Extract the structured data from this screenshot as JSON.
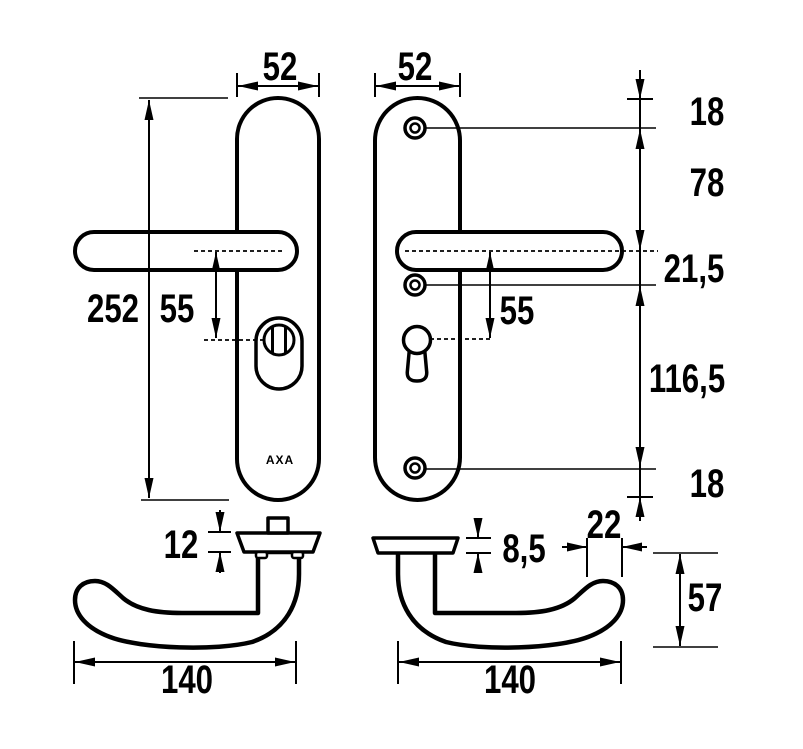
{
  "brand": {
    "label": "AXA"
  },
  "dimensions": {
    "plate_width_left": "52",
    "plate_width_right": "52",
    "top_to_screw": "18",
    "screw_to_handle": "78",
    "handle_to_screw": "21,5",
    "handle_to_cylinder": "55",
    "handle_to_keyhole": "55",
    "plate_height": "252",
    "keyhole_to_screw": "116,5",
    "screw_to_bottom": "18",
    "rose_height_left": "12",
    "rose_height_right": "8,5",
    "grip_width": "22",
    "handle_projection": "57",
    "handle_length_left": "140",
    "handle_length_right": "140"
  }
}
